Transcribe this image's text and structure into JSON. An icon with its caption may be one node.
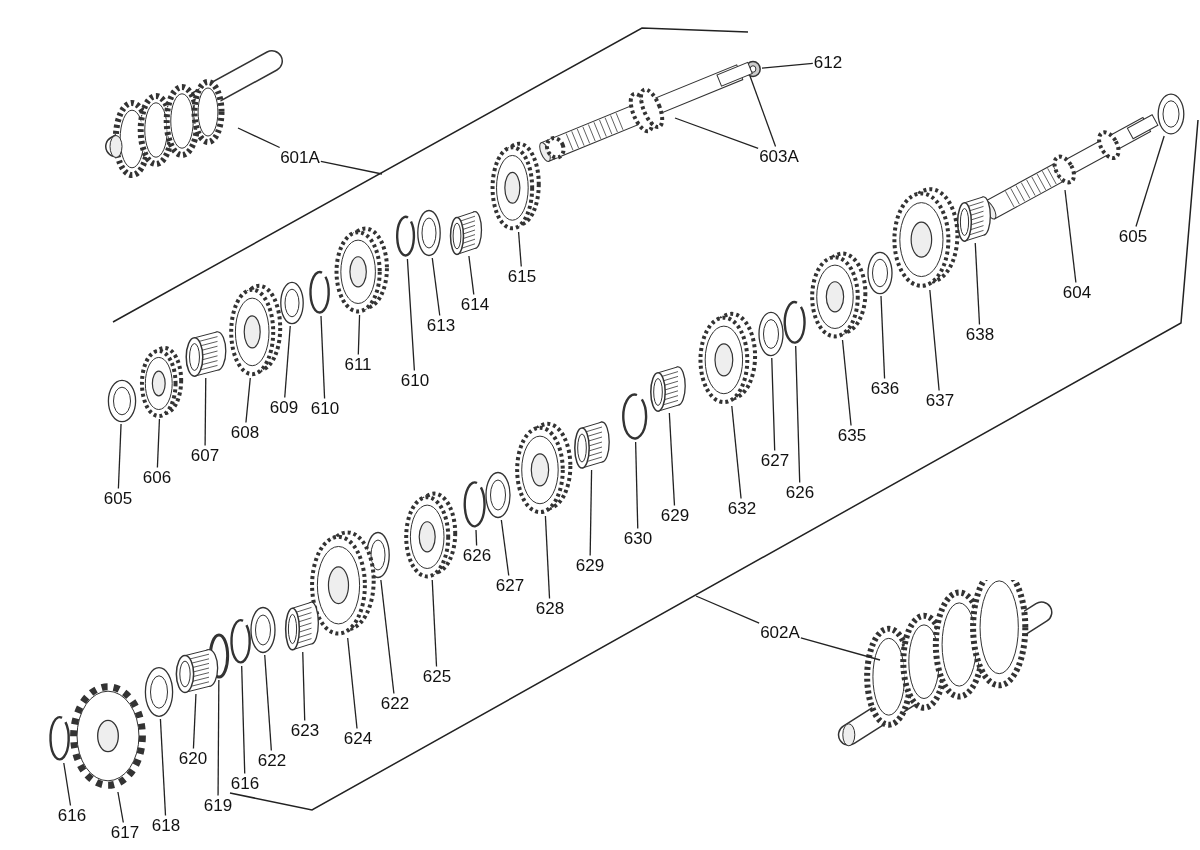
{
  "diagram": {
    "nodes": [
      {
        "text": [
          "612"
        ]
      },
      {
        "text": [],
        "shape": "nut"
      },
      {
        "text": [
          "603A"
        ]
      },
      {
        "text": [],
        "shape": "shaft"
      },
      {
        "text": [
          "615"
        ]
      },
      {
        "text": [],
        "shape": "gear"
      },
      {
        "text": [
          "614"
        ]
      },
      {
        "text": [],
        "shape": "bearing"
      },
      {
        "text": [
          "613"
        ]
      },
      {
        "text": [],
        "shape": "washer"
      },
      {
        "text": [
          "610"
        ]
      },
      {
        "text": [],
        "shape": "circlip"
      },
      {
        "text": [
          "611"
        ]
      },
      {
        "text": [],
        "shape": "gear"
      },
      {
        "text": [
          "610"
        ]
      },
      {
        "text": [],
        "shape": "circlip"
      },
      {
        "text": [
          "609"
        ]
      },
      {
        "text": [],
        "shape": "washer"
      },
      {
        "text": [
          "608"
        ]
      },
      {
        "text": [],
        "shape": "gear"
      },
      {
        "text": [
          "607"
        ]
      },
      {
        "text": [],
        "shape": "bearing"
      },
      {
        "text": [
          "606"
        ]
      },
      {
        "text": [],
        "shape": "gear"
      },
      {
        "text": [
          "605"
        ]
      },
      {
        "text": [],
        "shape": "washer"
      },
      {
        "text": [
          "601A"
        ]
      },
      {
        "text": [],
        "shape": "picture"
      },
      {
        "text": [
          "605"
        ]
      },
      {
        "text": [],
        "shape": "washer"
      },
      {
        "text": [
          "604"
        ]
      },
      {
        "text": [],
        "shape": "shaft"
      },
      {
        "text": [
          "638"
        ]
      },
      {
        "text": [],
        "shape": "bearing"
      },
      {
        "text": [
          "637"
        ]
      },
      {
        "text": [],
        "shape": "gear"
      },
      {
        "text": [
          "636"
        ]
      },
      {
        "text": [],
        "shape": "washer"
      },
      {
        "text": [
          "635"
        ]
      },
      {
        "text": [],
        "shape": "gear"
      },
      {
        "text": [
          "626"
        ]
      },
      {
        "text": [],
        "shape": "circlip"
      },
      {
        "text": [
          "627"
        ]
      },
      {
        "text": [],
        "shape": "washer"
      },
      {
        "text": [
          "632"
        ]
      },
      {
        "text": [],
        "shape": "gear"
      },
      {
        "text": [
          "629"
        ]
      },
      {
        "text": [],
        "shape": "bearing"
      },
      {
        "text": [
          "630"
        ]
      },
      {
        "text": [],
        "shape": "circlip"
      },
      {
        "text": [
          "629"
        ]
      },
      {
        "text": [],
        "shape": "bearing"
      },
      {
        "text": [
          "628"
        ]
      },
      {
        "text": [],
        "shape": "gear"
      },
      {
        "text": [
          "627"
        ]
      },
      {
        "text": [],
        "shape": "washer"
      },
      {
        "text": [
          "626"
        ]
      },
      {
        "text": [],
        "shape": "circlip"
      },
      {
        "text": [
          "625"
        ]
      },
      {
        "text": [],
        "shape": "gear"
      },
      {
        "text": [
          "622"
        ]
      },
      {
        "text": [],
        "shape": "washer"
      },
      {
        "text": [
          "624"
        ]
      },
      {
        "text": [],
        "shape": "gear"
      },
      {
        "text": [
          "623"
        ]
      },
      {
        "text": [],
        "shape": "bearing"
      },
      {
        "text": [
          "622"
        ]
      },
      {
        "text": [],
        "shape": "washer"
      },
      {
        "text": [
          "616"
        ]
      },
      {
        "text": [],
        "shape": "circlip"
      },
      {
        "text": [
          "619"
        ]
      },
      {
        "text": [],
        "shape": "ring"
      },
      {
        "text": [
          "620"
        ]
      },
      {
        "text": [],
        "shape": "cylinder"
      },
      {
        "text": [
          "618"
        ]
      },
      {
        "text": [],
        "shape": "washer"
      },
      {
        "text": [
          "617"
        ]
      },
      {
        "text": [],
        "shape": "sprocket"
      },
      {
        "text": [
          "616"
        ]
      },
      {
        "text": [],
        "shape": "circlip"
      },
      {
        "text": [
          "602A"
        ]
      },
      {
        "text": [],
        "shape": "picture"
      }
    ],
    "edges": [
      {
        "from": 0,
        "to": 1,
        "arrow": "none"
      },
      {
        "from": 2,
        "to": 3,
        "arrow": "none"
      },
      {
        "from": 4,
        "to": 5,
        "arrow": "none"
      },
      {
        "from": 6,
        "to": 7,
        "arrow": "none"
      },
      {
        "from": 8,
        "to": 9,
        "arrow": "none"
      },
      {
        "from": 10,
        "to": 11,
        "arrow": "none"
      },
      {
        "from": 12,
        "to": 13,
        "arrow": "none"
      },
      {
        "from": 14,
        "to": 15,
        "arrow": "none"
      },
      {
        "from": 16,
        "to": 17,
        "arrow": "none"
      },
      {
        "from": 18,
        "to": 19,
        "arrow": "none"
      },
      {
        "from": 20,
        "to": 21,
        "arrow": "none"
      },
      {
        "from": 22,
        "to": 23,
        "arrow": "none"
      },
      {
        "from": 24,
        "to": 25,
        "arrow": "none"
      },
      {
        "from": 26,
        "to": 27,
        "arrow": "none"
      },
      {
        "from": 28,
        "to": 29,
        "arrow": "none"
      },
      {
        "from": 30,
        "to": 31,
        "arrow": "none"
      },
      {
        "from": 32,
        "to": 33,
        "arrow": "none"
      },
      {
        "from": 34,
        "to": 35,
        "arrow": "none"
      },
      {
        "from": 36,
        "to": 37,
        "arrow": "none"
      },
      {
        "from": 38,
        "to": 39,
        "arrow": "none"
      },
      {
        "from": 40,
        "to": 41,
        "arrow": "none"
      },
      {
        "from": 42,
        "to": 43,
        "arrow": "none"
      },
      {
        "from": 44,
        "to": 45,
        "arrow": "none"
      },
      {
        "from": 46,
        "to": 47,
        "arrow": "none"
      },
      {
        "from": 48,
        "to": 49,
        "arrow": "none"
      },
      {
        "from": 50,
        "to": 51,
        "arrow": "none"
      },
      {
        "from": 52,
        "to": 53,
        "arrow": "none"
      },
      {
        "from": 54,
        "to": 55,
        "arrow": "none"
      },
      {
        "from": 56,
        "to": 57,
        "arrow": "none"
      },
      {
        "from": 58,
        "to": 59,
        "arrow": "none"
      },
      {
        "from": 60,
        "to": 61,
        "arrow": "none"
      },
      {
        "from": 62,
        "to": 63,
        "arrow": "none"
      },
      {
        "from": 64,
        "to": 65,
        "arrow": "none"
      },
      {
        "from": 66,
        "to": 67,
        "arrow": "none"
      },
      {
        "from": 68,
        "to": 69,
        "arrow": "none"
      },
      {
        "from": 70,
        "to": 71,
        "arrow": "none"
      },
      {
        "from": 72,
        "to": 73,
        "arrow": "none"
      },
      {
        "from": 74,
        "to": 75,
        "arrow": "none"
      },
      {
        "from": 76,
        "to": 77,
        "arrow": "none"
      },
      {
        "from": 78,
        "to": 79,
        "arrow": "none"
      },
      {
        "from": 80,
        "to": 81,
        "arrow": "none"
      },
      {
        "from": 2,
        "to": 3,
        "arrow": "none"
      },
      {
        "from": 26,
        "to": null,
        "arrow": "none"
      },
      {
        "from": 80,
        "to": null,
        "arrow": "none"
      }
    ]
  }
}
